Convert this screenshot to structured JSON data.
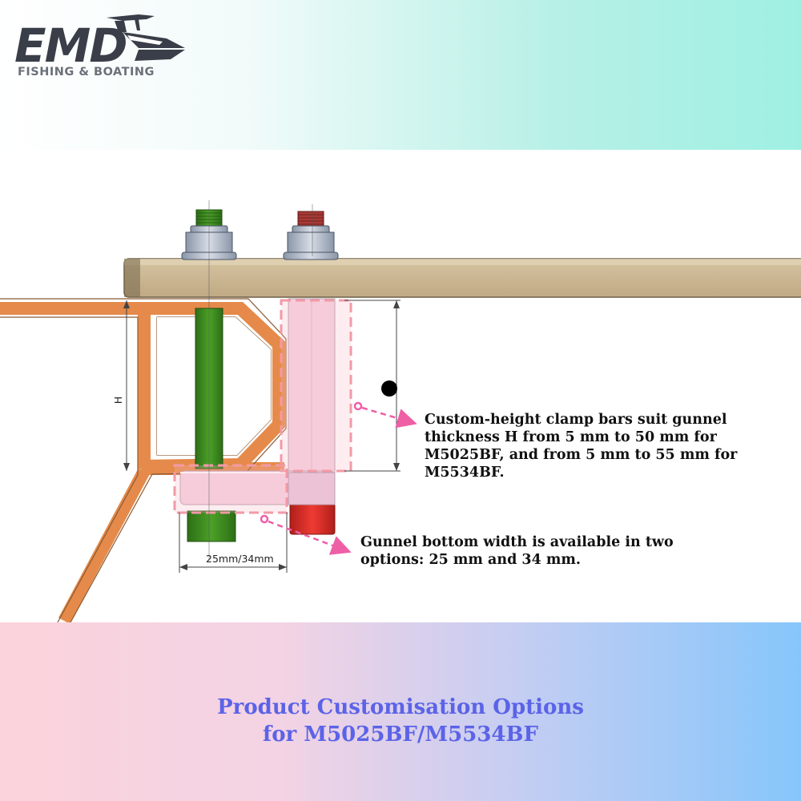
{
  "brand": {
    "name": "EMD",
    "tagline": "FISHING & BOATING"
  },
  "diagram": {
    "height_label": "H",
    "width_label": "25mm/34mm"
  },
  "callouts": {
    "height": "Custom-height clamp bars suit gunnel thickness H from 5 mm to 50 mm for M5025BF, and from 5 mm to 55 mm for M5534BF.",
    "width": "Gunnel bottom width is available in two options: 25 mm and 34 mm."
  },
  "title": {
    "line1": "Product Customisation Options",
    "line2": "for M5025BF/M5534BF"
  },
  "colors": {
    "accent": "#5b63e8",
    "frame": "#e58a4a",
    "gunnel": "#c8b48e",
    "bolt_green": "#3a8a1e",
    "bolt_red": "#d9302a",
    "clamp": "#f4cfe0",
    "callout_arrow": "#ee5fa6"
  }
}
